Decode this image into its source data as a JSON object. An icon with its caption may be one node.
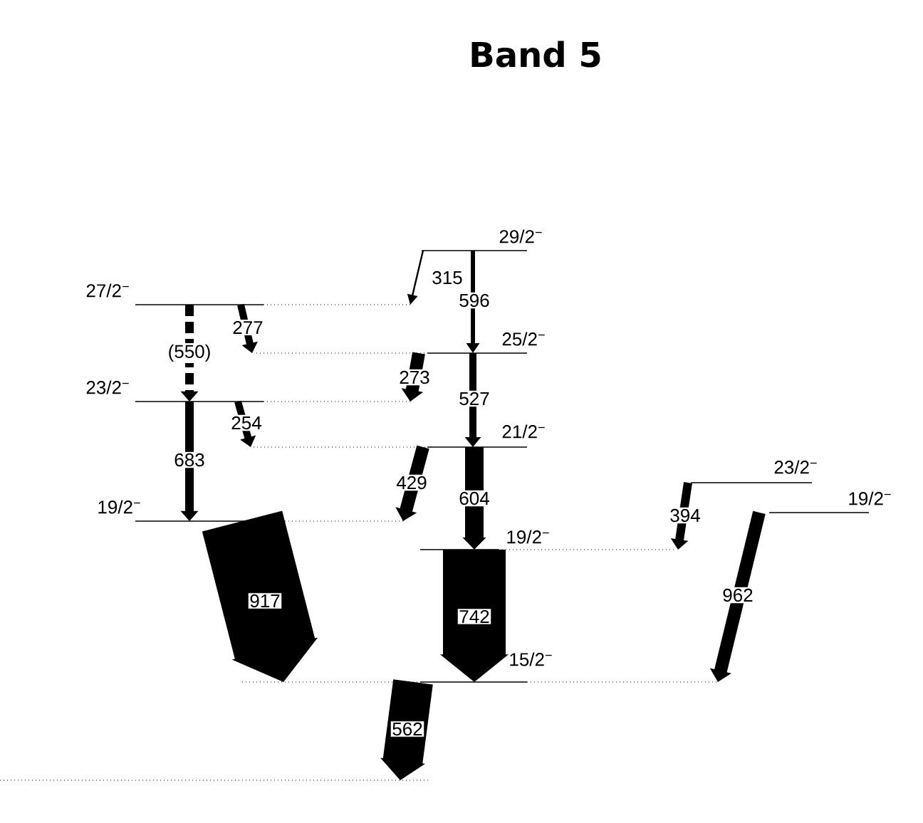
{
  "diagram": {
    "title": "Band 5",
    "nodes": [
      {
        "text": [
          "27/2$^{−}$"
        ]
      },
      {
        "text": [
          "23/2$^{−}$"
        ]
      },
      {
        "text": [
          "19/2$^{−}$"
        ]
      },
      {
        "text": [
          "29/2$^{−}$"
        ]
      },
      {
        "text": [
          "25/2$^{−}$"
        ]
      },
      {
        "text": [
          "21/2$^{−}$"
        ]
      },
      {
        "text": [
          "19/2$^{−}$"
        ]
      },
      {
        "text": [
          "15/2$^{−}$"
        ]
      },
      {
        "text": [
          "23/2$^{−}$"
        ]
      },
      {
        "text": [
          "19/2$^{−}$"
        ]
      },
      {
        "text": [],
        "shape": "line"
      }
    ],
    "edges": [
      {
        "from": 3,
        "to": 4,
        "arrow": "to",
        "label": "596"
      },
      {
        "from": 4,
        "to": 5,
        "arrow": "to",
        "label": "527"
      },
      {
        "from": 5,
        "to": 6,
        "arrow": "to",
        "label": "604",
        "style": "thick"
      },
      {
        "from": 6,
        "to": 7,
        "arrow": "to",
        "label": "742",
        "style": "thick"
      },
      {
        "from": 3,
        "to": 0,
        "arrow": "to",
        "label": "315"
      },
      {
        "from": 0,
        "to": 4,
        "arrow": "to",
        "label": "277"
      },
      {
        "from": 4,
        "to": 1,
        "arrow": "to",
        "label": "273"
      },
      {
        "from": 1,
        "to": 5,
        "arrow": "to",
        "label": "254"
      },
      {
        "from": 5,
        "to": 2,
        "arrow": "to",
        "label": "429"
      },
      {
        "from": 0,
        "to": 1,
        "arrow": "to",
        "label": "(550)",
        "style": "dashed"
      },
      {
        "from": 1,
        "to": 2,
        "arrow": "to",
        "label": "683"
      },
      {
        "from": 2,
        "to": 7,
        "arrow": "to",
        "label": "917",
        "style": "thick"
      },
      {
        "from": 7,
        "to": 10,
        "arrow": "to",
        "label": "562",
        "style": "thick"
      },
      {
        "from": 8,
        "to": 6,
        "arrow": "to",
        "label": "394"
      },
      {
        "from": 9,
        "to": 7,
        "arrow": "to",
        "label": "962"
      }
    ]
  }
}
